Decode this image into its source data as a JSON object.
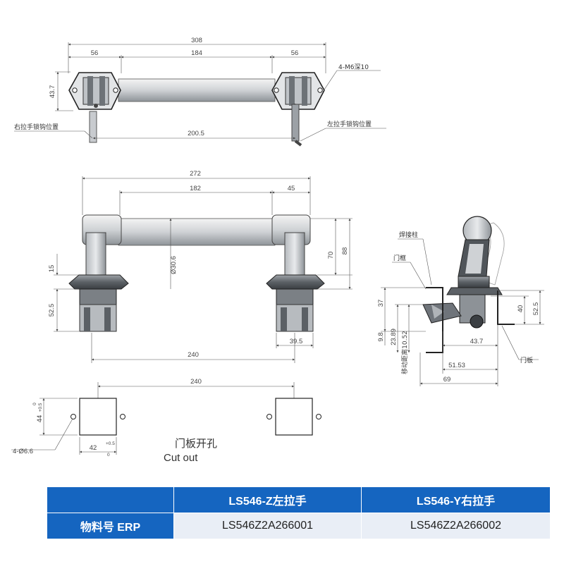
{
  "top_view": {
    "dim_total": "308",
    "dim_left": "56",
    "dim_mid": "184",
    "dim_right": "56",
    "dim_height": "43.7",
    "dim_hook": "200.5",
    "thread_note": "4-M6深10",
    "left_hook_note": "右拉手锁钩位置",
    "right_hook_note": "左拉手锁钩位置"
  },
  "front_view": {
    "dim_total": "272",
    "dim_mid": "182",
    "dim_right": "45",
    "dim_base": "15",
    "dim_lower": "52.5",
    "dim_dia": "Ø30.6",
    "dim_70": "70",
    "dim_88": "88",
    "dim_240": "240",
    "dim_39": "39.5"
  },
  "side_view": {
    "weld_stud": "焊接柱",
    "door_frame": "门框",
    "door_panel": "门板",
    "dim_37": "37",
    "dim_98": "9.8",
    "dim_2389": "23.89",
    "dim_move": "移动距离10.52",
    "dim_40": "40",
    "dim_525": "52.5",
    "dim_437": "43.7",
    "dim_5153": "51.53",
    "dim_69": "69"
  },
  "cutout": {
    "dim_240": "240",
    "dim_44": "44",
    "tol_44": "+0.5",
    "tol_44_b": "0",
    "dim_42": "42",
    "tol_42": "+0.5",
    "tol_42_b": "0",
    "holes": "4-Ø6.6",
    "title_zh": "门板开孔",
    "title_en": "Cut out"
  },
  "erp_table": {
    "left_header": "LS546-Z左拉手",
    "right_header": "LS546-Y右拉手",
    "row_label": "物料号 ERP",
    "left_code": "LS546Z2A266001",
    "right_code": "LS546Z2A266002"
  }
}
